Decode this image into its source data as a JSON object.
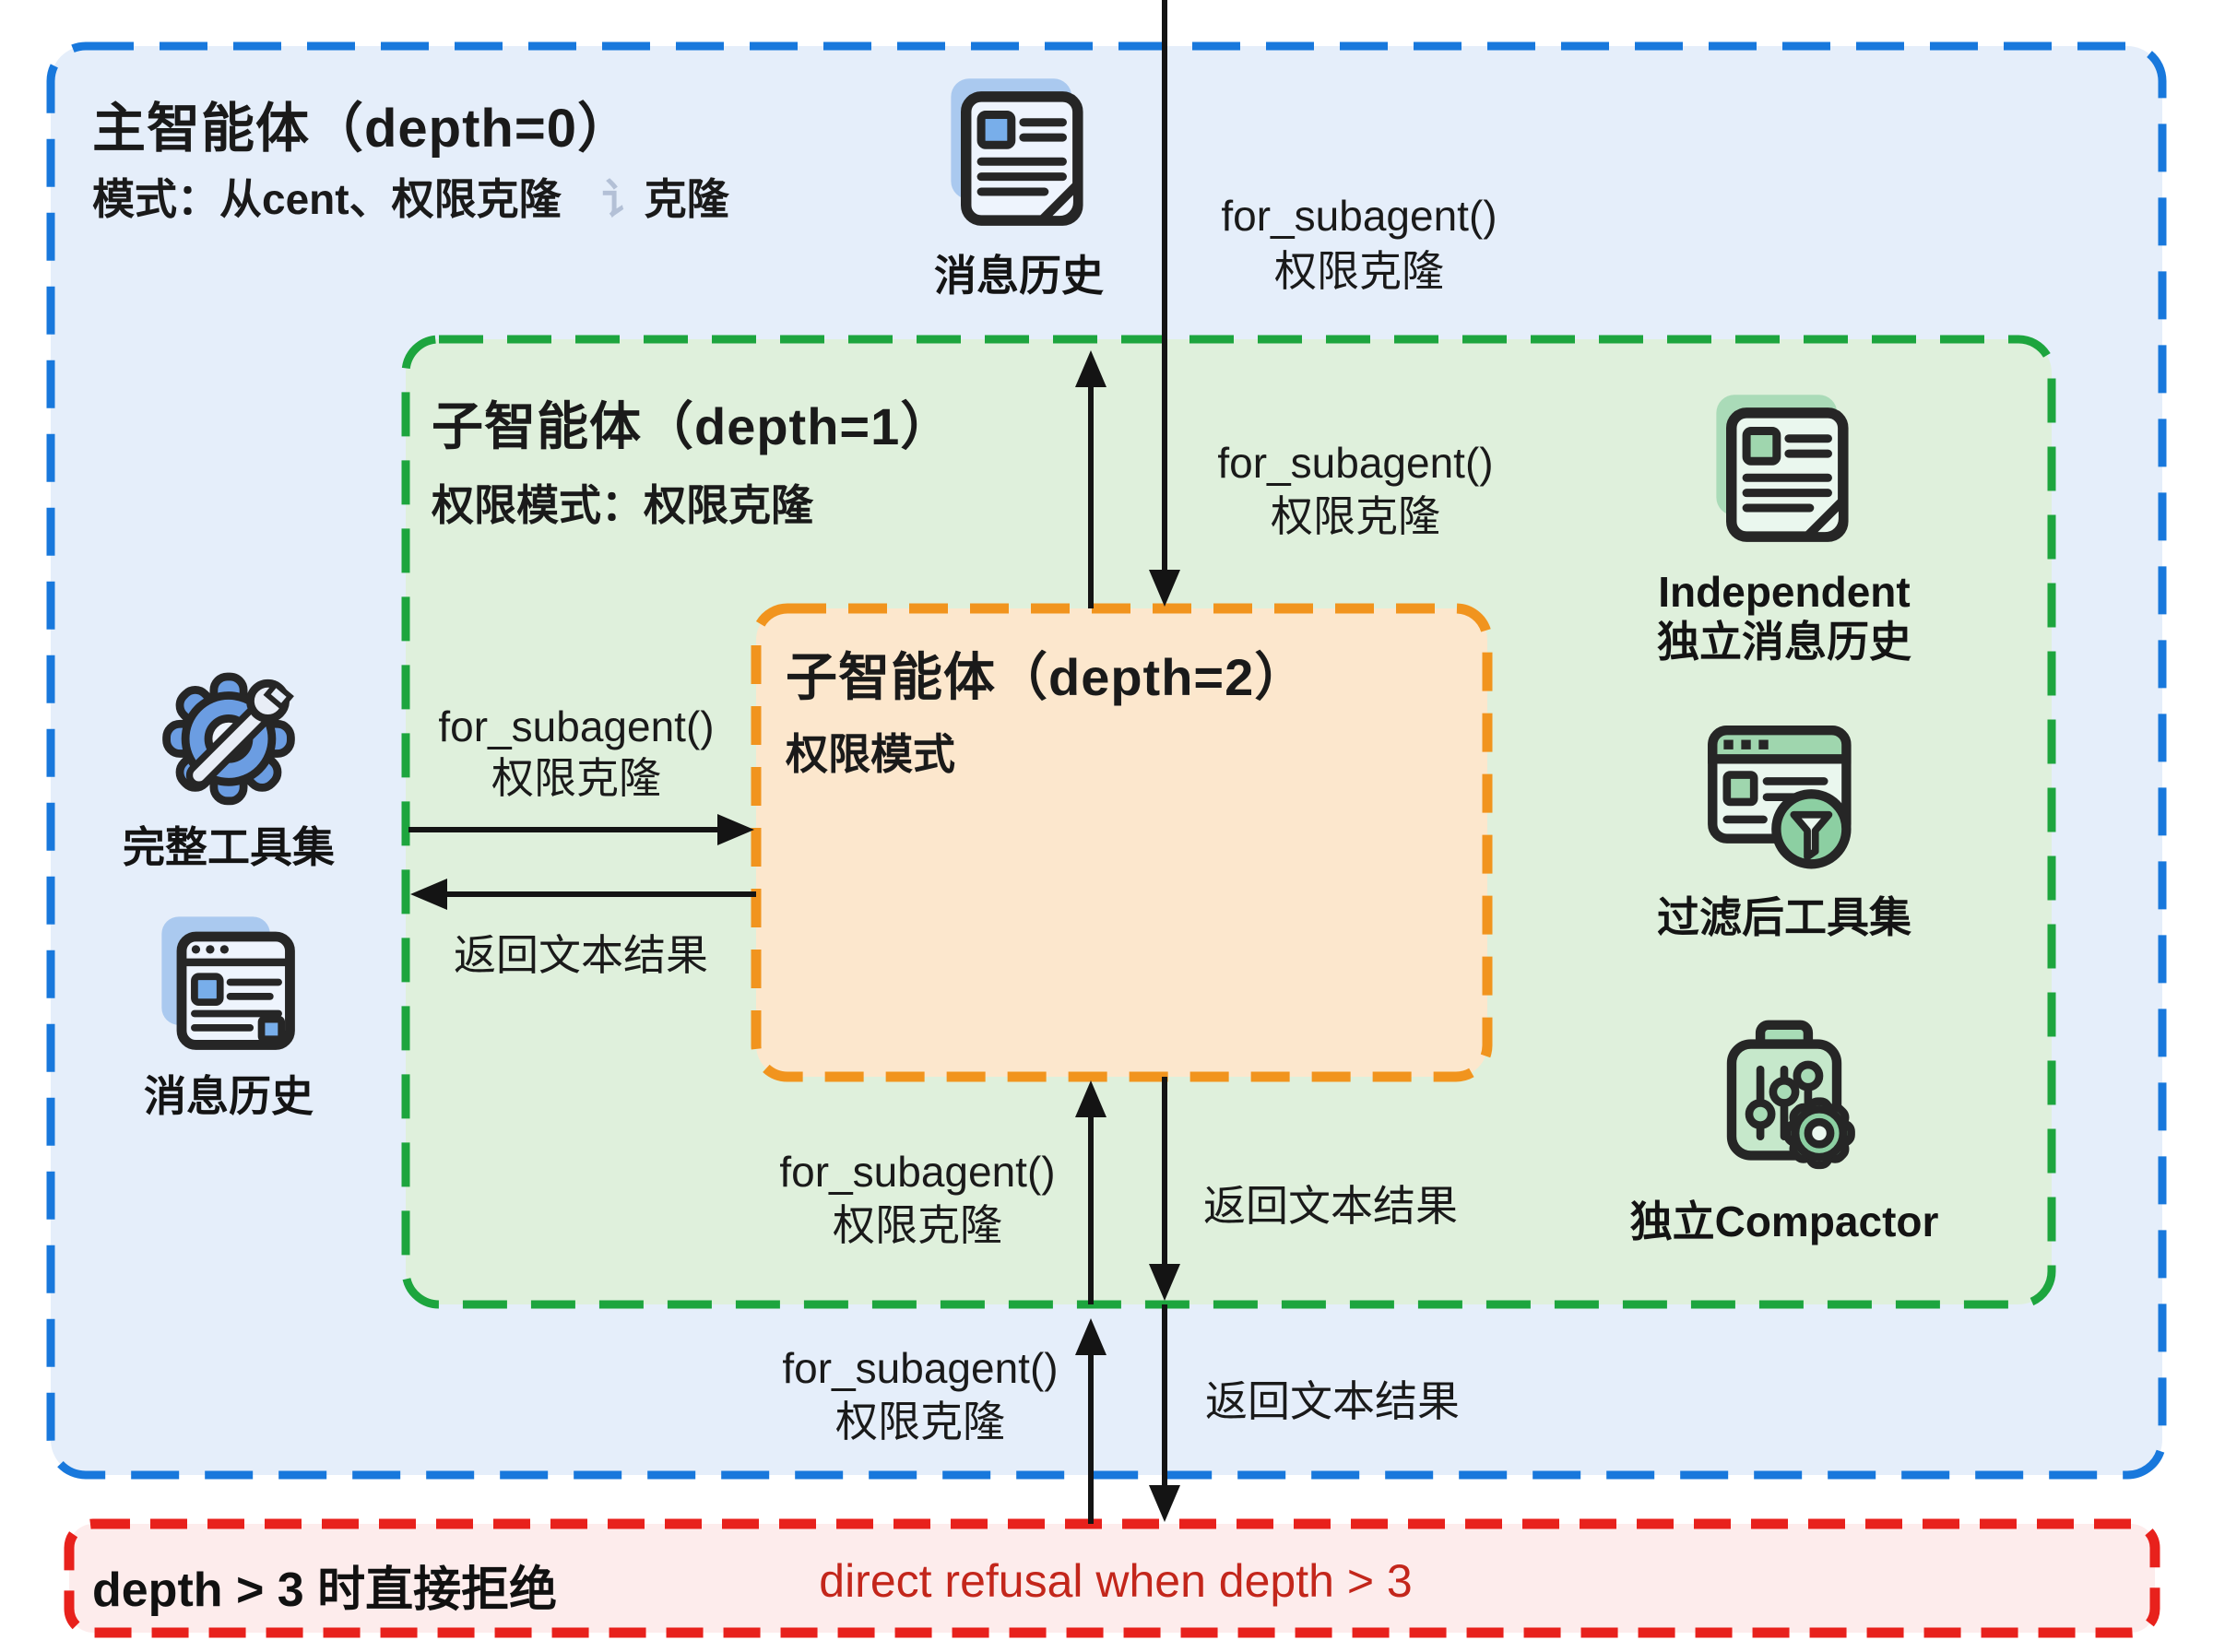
{
  "boxes": {
    "main": {
      "title": "主智能体（depth=0）",
      "subtitle": "模式：从cent、权限克隆",
      "subtitle_faint": "讠",
      "subtitle_tail": "克隆"
    },
    "depth1": {
      "title": "子智能体（depth=1）",
      "subtitle": "权限模式：权限克隆"
    },
    "depth2": {
      "title": "子智能体（depth=2）",
      "subtitle": "权限模式"
    }
  },
  "refusal": {
    "zh": "depth > 3 时直接拒绝",
    "en": "direct refusal when depth > 3"
  },
  "icons": {
    "top_history": {
      "label": "消息历史"
    },
    "full_toolset": {
      "label": "完整工具集"
    },
    "main_history": {
      "label": "消息历史"
    },
    "independent_history": {
      "line1": "Independent",
      "line2": "独立消息历史"
    },
    "filtered_toolset": {
      "label": "过滤后工具集"
    },
    "compactor": {
      "label": "独立Compactor"
    }
  },
  "calls": {
    "entry": {
      "line1": "for_subagent()",
      "line2": "权限克隆"
    },
    "depth1": {
      "line1": "for_subagent()",
      "line2": "权限克隆"
    },
    "left": {
      "line1": "for_subagent()",
      "line2": "权限克隆"
    },
    "below_orange": {
      "line1": "for_subagent()",
      "line2": "权限克隆"
    },
    "below_green": {
      "line1": "for_subagent()",
      "line2": "权限克隆"
    }
  },
  "returns": {
    "left": "返回文本结果",
    "below_orange": "返回文本结果",
    "below_green": "返回文本结果"
  },
  "colors": {
    "main_border": "#1878dc",
    "main_fill": "#e5eefa",
    "depth1_border": "#1da53e",
    "depth1_fill": "#dff0dc",
    "depth2_border": "#f1941e",
    "depth2_fill": "#fce7cd",
    "refusal_border": "#e8211c",
    "refusal_fill": "#fdecec",
    "refusal_text": "#c3261b",
    "arrow": "#141414"
  }
}
